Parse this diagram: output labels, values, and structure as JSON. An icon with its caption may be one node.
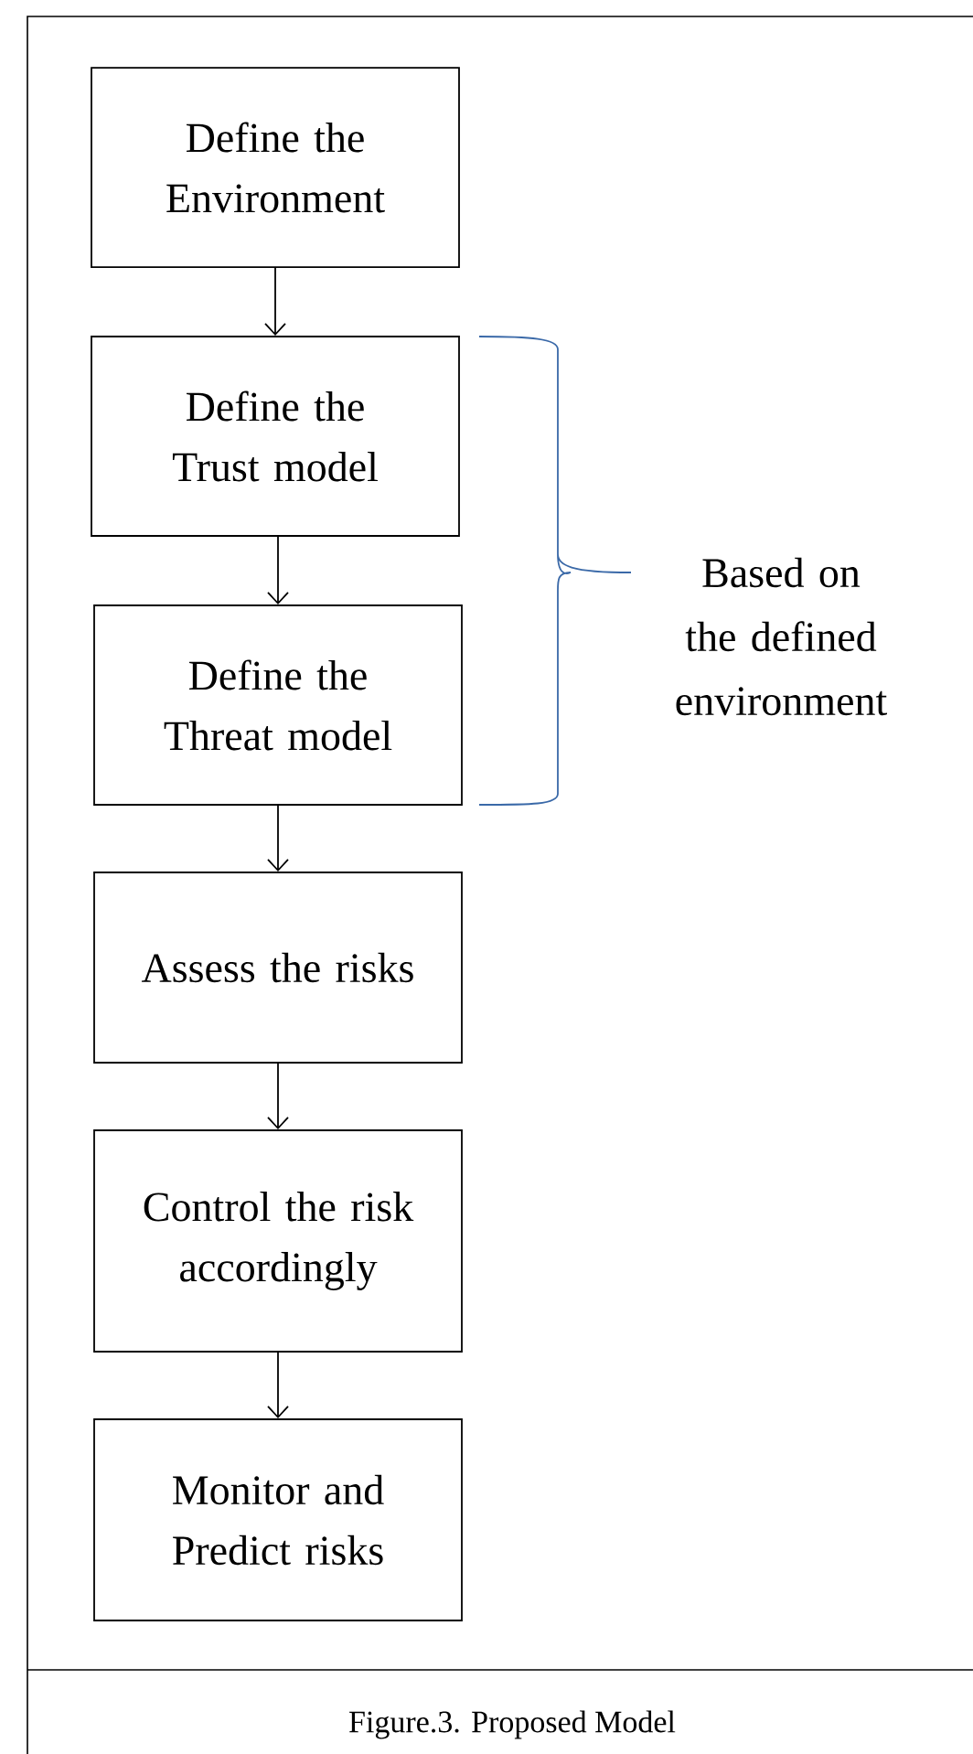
{
  "diagram": {
    "caption": "Figure.3. Proposed Model",
    "nodes": [
      {
        "text": [
          "Define the Environment"
        ]
      },
      {
        "text": [
          "Define the Trust model"
        ]
      },
      {
        "text": [
          "Define the Threat model"
        ]
      },
      {
        "text": [
          "Assess the risks"
        ]
      },
      {
        "text": [
          "Control the risk accordingly"
        ]
      },
      {
        "text": [
          "Monitor and Predict risks"
        ]
      }
    ],
    "edges": [
      {
        "from": 0,
        "to": 1,
        "arrow": "to"
      },
      {
        "from": 1,
        "to": 2,
        "arrow": "to"
      },
      {
        "from": 2,
        "to": 3,
        "arrow": "to"
      },
      {
        "from": 3,
        "to": 4,
        "arrow": "to"
      },
      {
        "from": 4,
        "to": 5,
        "arrow": "to"
      }
    ],
    "labels": [
      "Based on the defined environment"
    ]
  }
}
